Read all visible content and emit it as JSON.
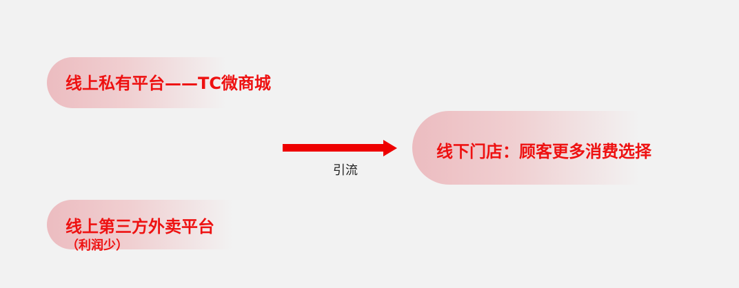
{
  "nodes": {
    "online_private": {
      "label": "线上私有平台——TC微商城"
    },
    "offline_store": {
      "label": "线下门店：顾客更多消费选择"
    },
    "third_party": {
      "label": "线上第三方外卖平台",
      "sublabel": "（利润少）"
    }
  },
  "arrow": {
    "caption": "引流"
  },
  "colors": {
    "background": "#f2f2f2",
    "label_text": "#ee1111",
    "pill_fill": "#ecbcc0",
    "arrow": "#ee0000",
    "caption_text": "#222222"
  }
}
